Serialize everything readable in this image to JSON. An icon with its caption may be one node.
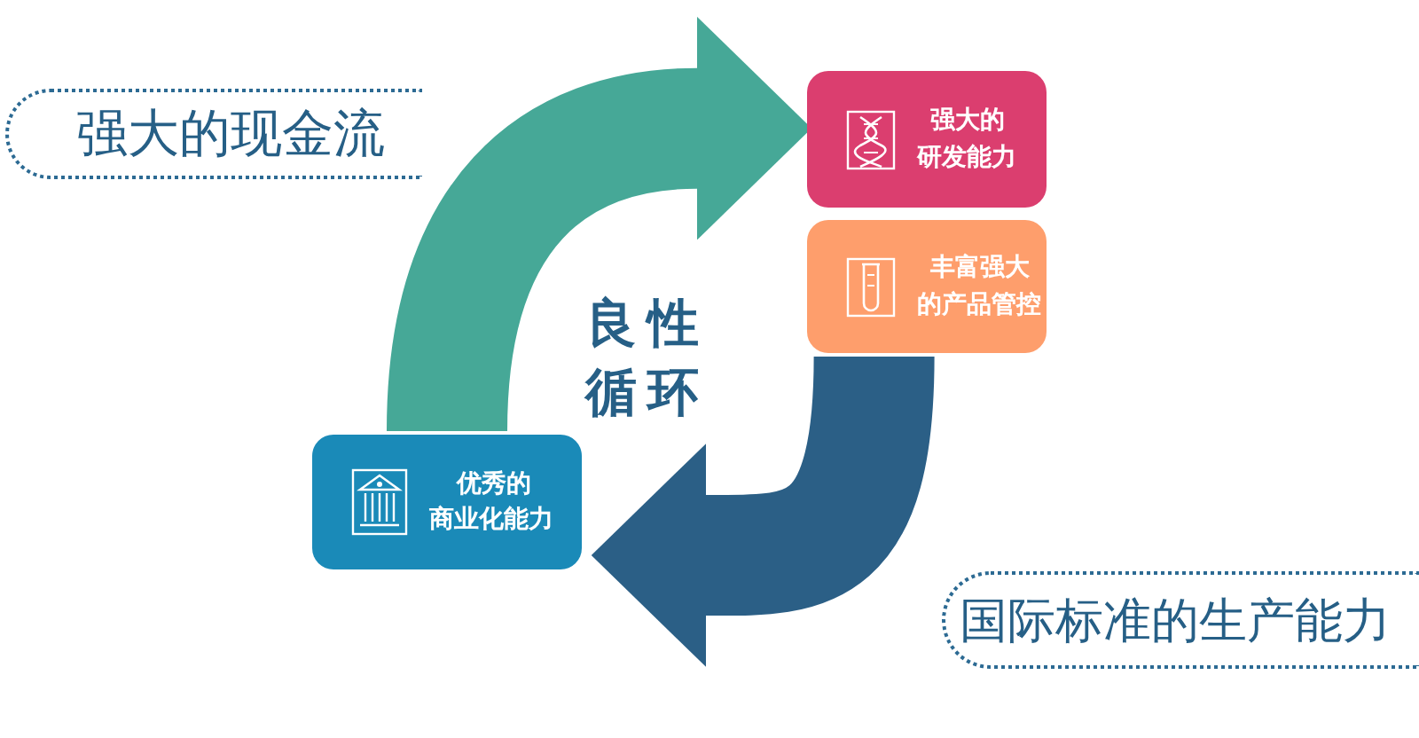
{
  "diagram": {
    "nodes": [
      {
        "text": [
          "强大的研发能力"
        ]
      },
      {
        "text": [
          "丰富强大的产品管控"
        ]
      },
      {
        "text": [
          "优秀的商业化能力"
        ]
      },
      {
        "text": [
          "强大的现金流"
        ]
      },
      {
        "text": [
          "国际标准的生产能力"
        ]
      }
    ],
    "edges": [
      {
        "from": 2,
        "to": 0,
        "arrow": "to",
        "color": "#46a897"
      },
      {
        "from": 1,
        "to": 2,
        "arrow": "to",
        "color": "#2b5f86"
      }
    ],
    "labels": [
      "良性循环"
    ]
  }
}
